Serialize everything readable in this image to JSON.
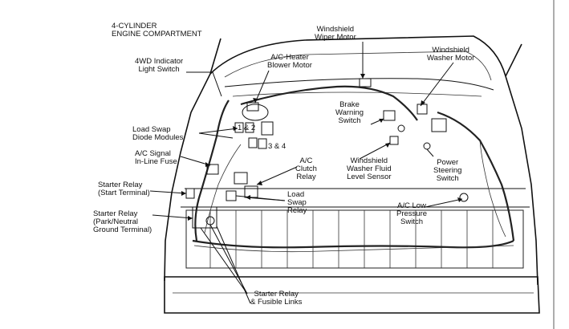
{
  "title": {
    "line1": "4-CYLINDER",
    "line2": "ENGINE COMPARTMENT"
  },
  "callouts": {
    "windshield_wiper_motor": {
      "line1": "Windshield",
      "line2": "Wiper Motor"
    },
    "windshield_washer_motor": {
      "line1": "Windshield",
      "line2": "Washer Motor"
    },
    "indicator_4wd_switch": {
      "line1": "4WD Indicator",
      "line2": "Light Switch"
    },
    "ac_heater_blower": {
      "line1": "A/C-Heater",
      "line2": "Blower Motor"
    },
    "brake_warning_switch": {
      "line1": "Brake",
      "line2": "Warning",
      "line3": "Switch"
    },
    "load_swap_diode": {
      "line1": "Load Swap",
      "line2": "Diode Modules"
    },
    "diode_numbers_a": "1 & 2",
    "diode_numbers_b": "3 & 4",
    "ac_signal_fuse": {
      "line1": "A/C Signal",
      "line2": "In-Line Fuse"
    },
    "ac_clutch_relay": {
      "line1": "A/C",
      "line2": "Clutch",
      "line3": "Relay"
    },
    "washer_fluid_sensor": {
      "line1": "Windshield",
      "line2": "Washer Fluid",
      "line3": "Level Sensor"
    },
    "power_steering_switch": {
      "line1": "Power",
      "line2": "Steering",
      "line3": "Switch"
    },
    "starter_relay_start": {
      "line1": "Starter Relay",
      "line2": "(Start Terminal)"
    },
    "load_swap_relay": {
      "line1": "Load",
      "line2": "Swap",
      "line3": "Relay"
    },
    "ac_low_pressure": {
      "line1": "A/C Low",
      "line2": "Pressure",
      "line3": "Switch"
    },
    "starter_relay_park": {
      "line1": "Starter Relay",
      "line2": "(Park/Neutral",
      "line3": "Ground Terminal)"
    },
    "starter_relay_fusible": {
      "line1": "Starter Relay",
      "line2": "& Fusible Links"
    }
  },
  "colors": {
    "ink": "#111111",
    "paper": "#ffffff"
  }
}
